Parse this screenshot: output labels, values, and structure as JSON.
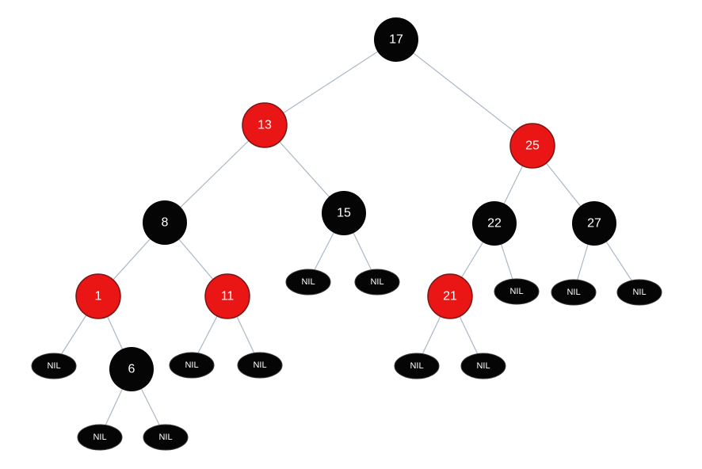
{
  "diagram": {
    "type": "red-black-tree",
    "colors": {
      "black": "#050505",
      "red": "#ea1515",
      "edge": "#a9b7c6",
      "text": "#ffffff"
    },
    "nodes": [
      {
        "id": "n17",
        "label": "17",
        "color": "black"
      },
      {
        "id": "n13",
        "label": "13",
        "color": "red"
      },
      {
        "id": "n25",
        "label": "25",
        "color": "red"
      },
      {
        "id": "n8",
        "label": "8",
        "color": "black"
      },
      {
        "id": "n15",
        "label": "15",
        "color": "black"
      },
      {
        "id": "n22",
        "label": "22",
        "color": "black"
      },
      {
        "id": "n27",
        "label": "27",
        "color": "black"
      },
      {
        "id": "n1",
        "label": "1",
        "color": "red"
      },
      {
        "id": "n11",
        "label": "11",
        "color": "red"
      },
      {
        "id": "n21",
        "label": "21",
        "color": "red"
      },
      {
        "id": "n6",
        "label": "6",
        "color": "black"
      },
      {
        "id": "nil1",
        "label": "NIL",
        "color": "nil"
      },
      {
        "id": "nil2",
        "label": "NIL",
        "color": "nil"
      },
      {
        "id": "nil3",
        "label": "NIL",
        "color": "nil"
      },
      {
        "id": "nil4",
        "label": "NIL",
        "color": "nil"
      },
      {
        "id": "nil5",
        "label": "NIL",
        "color": "nil"
      },
      {
        "id": "nil6",
        "label": "NIL",
        "color": "nil"
      },
      {
        "id": "nil7",
        "label": "NIL",
        "color": "nil"
      },
      {
        "id": "nil8",
        "label": "NIL",
        "color": "nil"
      },
      {
        "id": "nil9",
        "label": "NIL",
        "color": "nil"
      },
      {
        "id": "nil10",
        "label": "NIL",
        "color": "nil"
      },
      {
        "id": "nil11",
        "label": "NIL",
        "color": "nil"
      },
      {
        "id": "nil12",
        "label": "NIL",
        "color": "nil"
      }
    ],
    "edges": [
      [
        "n17",
        "n13"
      ],
      [
        "n17",
        "n25"
      ],
      [
        "n13",
        "n8"
      ],
      [
        "n13",
        "n15"
      ],
      [
        "n25",
        "n22"
      ],
      [
        "n25",
        "n27"
      ],
      [
        "n8",
        "n1"
      ],
      [
        "n8",
        "n11"
      ],
      [
        "n15",
        "nil1"
      ],
      [
        "n15",
        "nil2"
      ],
      [
        "n22",
        "n21"
      ],
      [
        "n22",
        "nil3"
      ],
      [
        "n27",
        "nil4"
      ],
      [
        "n27",
        "nil5"
      ],
      [
        "n1",
        "nil6"
      ],
      [
        "n1",
        "n6"
      ],
      [
        "n11",
        "nil7"
      ],
      [
        "n11",
        "nil8"
      ],
      [
        "n21",
        "nil9"
      ],
      [
        "n21",
        "nil10"
      ],
      [
        "n6",
        "nil11"
      ],
      [
        "n6",
        "nil12"
      ]
    ]
  }
}
